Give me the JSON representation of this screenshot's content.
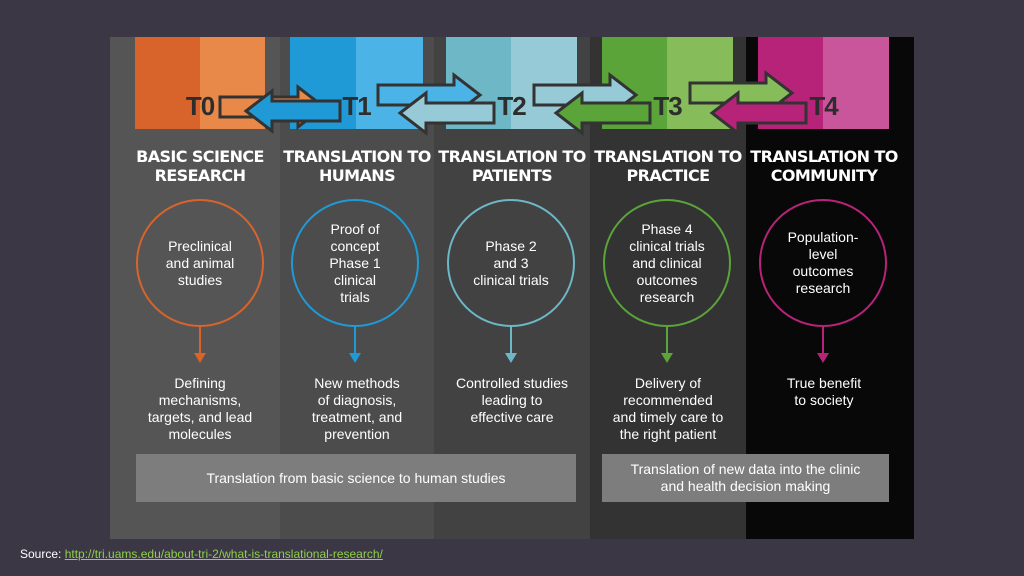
{
  "stages": [
    {
      "id": "T0",
      "title": "BASIC SCIENCE\nRESEARCH",
      "circle": "Preclinical\nand animal\nstudies",
      "outcome": "Defining\nmechanisms,\ntargets, and lead\nmolecules",
      "colorDark": "#d8642b",
      "colorLight": "#e8894a"
    },
    {
      "id": "T1",
      "title": "TRANSLATION TO\nHUMANS",
      "circle": "Proof of\nconcept\nPhase 1\nclinical\ntrials",
      "outcome": "New methods\nof diagnosis,\ntreatment, and\nprevention",
      "colorDark": "#1f9ad6",
      "colorLight": "#4cb3e6"
    },
    {
      "id": "T2",
      "title": "TRANSLATION TO\nPATIENTS",
      "circle": "Phase 2\nand 3\nclinical trials",
      "outcome": "Controlled studies\nleading to\neffective care",
      "colorDark": "#6db7c7",
      "colorLight": "#96cad6"
    },
    {
      "id": "T3",
      "title": "TRANSLATION TO\nPRACTICE",
      "circle": "Phase 4\nclinical trials\nand clinical\noutcomes\nresearch",
      "outcome": "Delivery of\nrecommended\nand timely care to\nthe right patient",
      "colorDark": "#5aa43a",
      "colorLight": "#86bd5a"
    },
    {
      "id": "T4",
      "title": "TRANSLATION TO\nCOMMUNITY",
      "circle": "Population-\nlevel\noutcomes\nresearch",
      "outcome": "True benefit\nto society",
      "colorDark": "#b8237a",
      "colorLight": "#c9559a"
    }
  ],
  "bands": {
    "left": "Translation from basic science to human studies",
    "right": "Translation of new data into the clinic\nand health decision making"
  },
  "source": {
    "label": "Source: ",
    "link": "http://tri.uams.edu/about-tri-2/what-is-translational-research/"
  }
}
